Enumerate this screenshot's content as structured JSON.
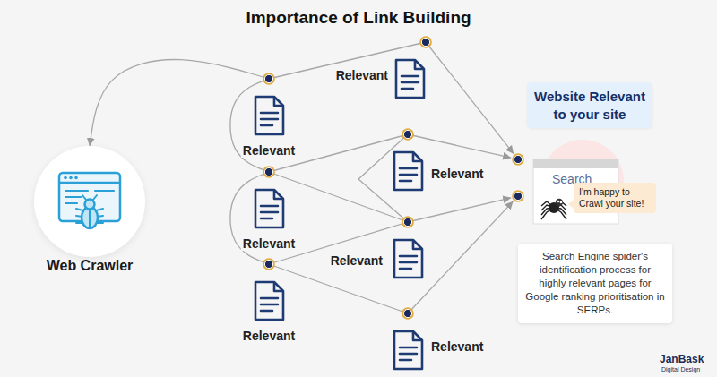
{
  "diagram": {
    "title": "Importance of Link Building",
    "nodes": [
      {
        "text": [
          "Web Crawler"
        ]
      },
      {
        "text": [
          "Relevant"
        ]
      },
      {
        "text": [
          "Relevant"
        ]
      },
      {
        "text": [
          "Relevant"
        ]
      },
      {
        "text": [
          "Relevant"
        ]
      },
      {
        "text": [
          "Relevant"
        ]
      },
      {
        "text": [
          "Relevant"
        ]
      },
      {
        "text": [
          "Relevant"
        ]
      },
      {
        "text": [
          "Website Relevant to your site"
        ]
      },
      {
        "text": [
          "Search"
        ]
      },
      {
        "text": [
          "I'm happy to Crawl your site!"
        ]
      },
      {
        "text": [
          "Search Engine spider's identification process for highly relevant pages for Google ranking prioritisation in SERPs."
        ]
      }
    ],
    "edges": [
      {
        "from": 2,
        "to": 0,
        "arrow": "to"
      },
      {
        "from": 2,
        "to": 1,
        "arrow": "none"
      },
      {
        "from": 2,
        "to": 4,
        "arrow": "none"
      },
      {
        "from": 4,
        "to": 3,
        "arrow": "none"
      },
      {
        "from": 4,
        "to": 5,
        "arrow": "none"
      },
      {
        "from": 4,
        "to": 6,
        "arrow": "none"
      },
      {
        "from": 6,
        "to": 5,
        "arrow": "none"
      },
      {
        "from": 6,
        "to": 7,
        "arrow": "none"
      },
      {
        "from": 3,
        "to": 5,
        "arrow": "none"
      },
      {
        "from": 1,
        "to": 9,
        "arrow": "to"
      },
      {
        "from": 3,
        "to": 9,
        "arrow": "to"
      },
      {
        "from": 5,
        "to": 9,
        "arrow": "to"
      },
      {
        "from": 7,
        "to": 9,
        "arrow": "to"
      }
    ],
    "labels": [
      "JanBask",
      "Digital Design"
    ]
  }
}
